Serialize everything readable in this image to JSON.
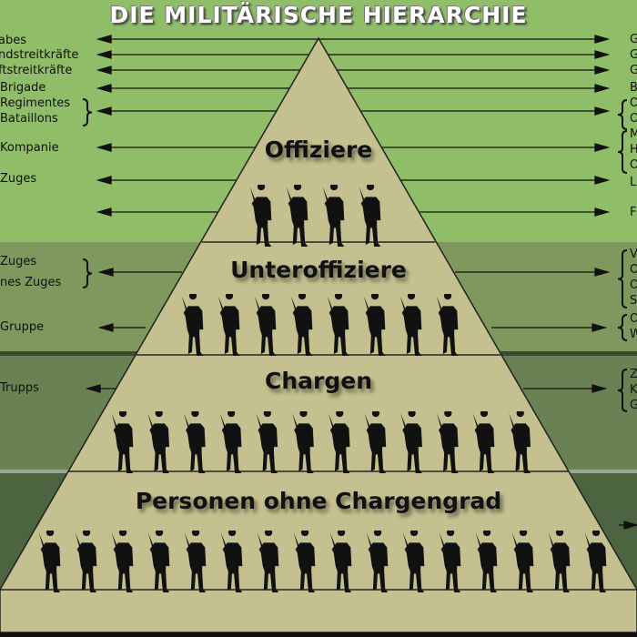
{
  "title": "DIE MILITÄRISCHE HIERARCHIE",
  "levels": [
    "Offiziere",
    "Unteroffiziere",
    "Chargen",
    "Personen ohne Chargengrad"
  ],
  "soldier_counts": [
    4,
    8,
    12,
    16
  ],
  "left_labels": [
    "abes",
    "ndstreitkräfte",
    "ftstreitkräfte",
    "Brigade",
    "Regimentes",
    "Bataillons",
    "Kompanie",
    "Zuges",
    "Zuges",
    "nes Zuges",
    "Gruppe",
    "Trupps"
  ],
  "right_letters": [
    "G",
    "G",
    "G",
    "B",
    "O",
    "O",
    "M",
    "H",
    "O",
    "L",
    "F",
    "V",
    "O",
    "O",
    "S",
    "O",
    "W",
    "Z",
    "K",
    "G"
  ],
  "colors": {
    "band1": "#8fbd68",
    "band2": "#7e985d",
    "band3": "#6a8253",
    "band4": "#4c6440",
    "pyramid": "#c4c08f"
  }
}
